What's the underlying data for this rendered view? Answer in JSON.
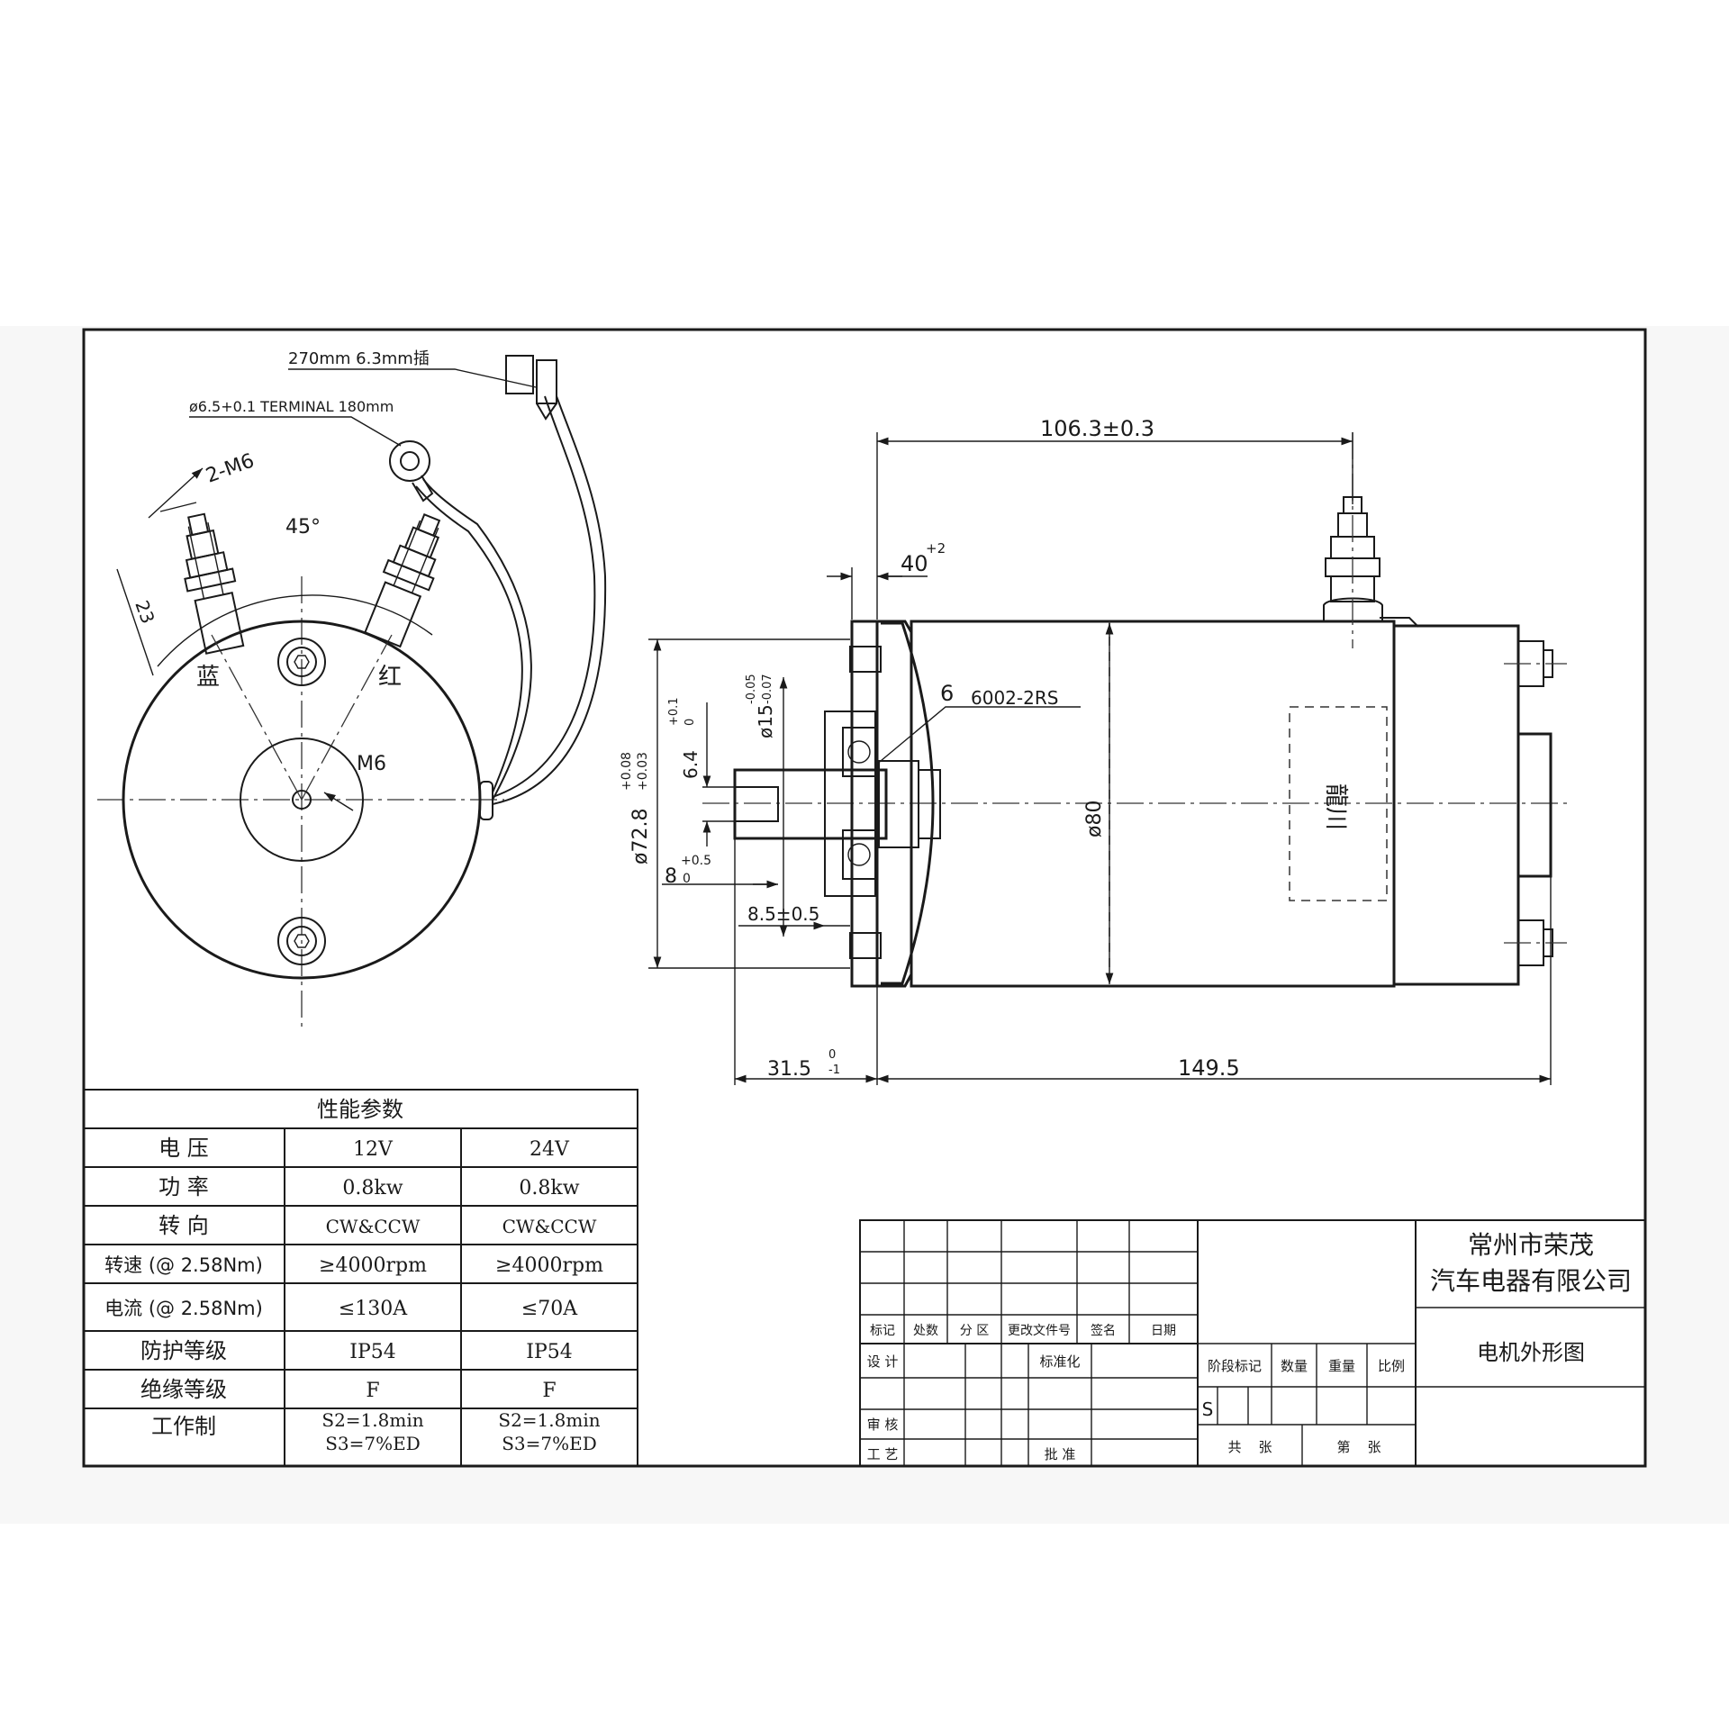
{
  "front_view": {
    "wire_label": "270mm  6.3mm插",
    "terminal_label": "ø6.5+0.1 TERMINAL 180mm",
    "thread_label": "2-M6",
    "angle_label": "45°",
    "offset_label": "23",
    "terminal_left_label": "蓝",
    "terminal_right_label": "红",
    "center_thread_label": "M6"
  },
  "side_view": {
    "dim_body_length": "106.3±0.3",
    "dim_flange_depth": "40",
    "dim_flange_tol": "+2",
    "dim_bearing_label": "6",
    "bearing_label": "6002-2RS",
    "dim_diameter_body": "ø80",
    "dim_diameter_pilot": "ø72.8",
    "dim_diameter_pilot_tol_upper": "+0.08",
    "dim_diameter_pilot_tol_lower": "+0.03",
    "dim_shaft": "ø15",
    "dim_shaft_tol_upper": "-0.05",
    "dim_shaft_tol_lower": "-0.07",
    "dim_key_depth": "6.4",
    "dim_key_depth_tol_upper": "+0.1",
    "dim_key_depth_tol_lower": "0",
    "dim_key_width": "8",
    "dim_key_width_tol_upper": "+0.5",
    "dim_key_width_tol_lower": "0",
    "dim_key_length": "8.5±0.5",
    "dim_shaft_length": "31.5",
    "dim_shaft_length_tol_upper": "0",
    "dim_shaft_length_tol_lower": "-1",
    "dim_overall_length": "149.5",
    "brand_text": "龍川"
  },
  "specs": {
    "title": "性能参数",
    "rows": [
      {
        "label": "电 压",
        "v12": "12V",
        "v24": "24V"
      },
      {
        "label": "功 率",
        "v12": "0.8kw",
        "v24": "0.8kw"
      },
      {
        "label": "转 向",
        "v12": "CW&CCW",
        "v24": "CW&CCW"
      },
      {
        "label": "转速 (@ 2.58Nm)",
        "v12": "≥4000rpm",
        "v24": "≥4000rpm"
      },
      {
        "label": "电流 (@ 2.58Nm)",
        "v12": "≤130A",
        "v24": "≤70A"
      },
      {
        "label": "防护等级",
        "v12": "IP54",
        "v24": "IP54"
      },
      {
        "label": "绝缘等级",
        "v12": "F",
        "v24": "F"
      },
      {
        "label": "工作制",
        "v12": "S2=1.8min\nS3=7%ED",
        "v24": "S2=1.8min\nS3=7%ED"
      }
    ]
  },
  "title_block": {
    "company_line1": "常州市荣茂",
    "company_line2": "汽车电器有限公司",
    "drawing_name": "电机外形图",
    "rev_headers": [
      "标记",
      "处数",
      "分 区",
      "更改文件号",
      "签名",
      "日期"
    ],
    "design_label": "设 计",
    "standard_label": "标准化",
    "stage_label": "阶段标记",
    "weight_label": "重量",
    "scale_label": "比例",
    "quantity_label": "数量",
    "stage_value": "S",
    "review_label": "审 核",
    "process_label": "工 艺",
    "approve_label": "批 准",
    "sheets_total_label": "共    张",
    "sheet_no_label": "第    张"
  }
}
